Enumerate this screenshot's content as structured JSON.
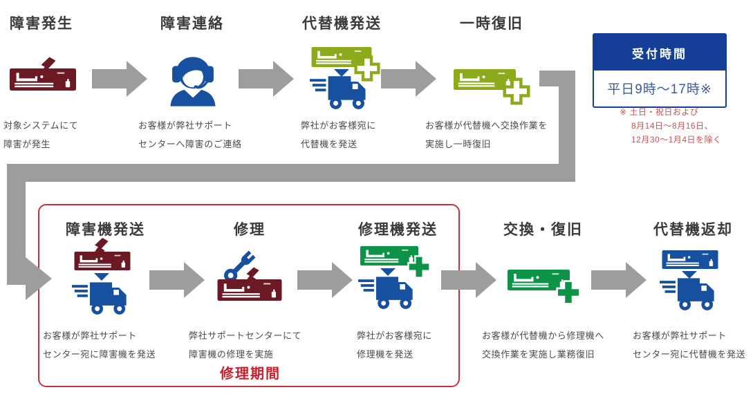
{
  "colors": {
    "maroon": "#6B1A24",
    "olive": "#8CAB1C",
    "green": "#0D9348",
    "blue": "#17509E",
    "arrow_gray": "#9D9D9D",
    "title_gray": "#3A3A3A",
    "caption_gray": "#4A4A4A",
    "reception_blue": "#153F96",
    "hours_blue": "#3A5AA0",
    "note_red": "#C95057",
    "repair_box_red": "#C5303E",
    "repair_label_red": "#C8202F"
  },
  "top_row": {
    "steps": [
      {
        "title": "障害発生",
        "caption": [
          "対象システムにて",
          "障害が発生"
        ],
        "icon": "failed-device-icon"
      },
      {
        "title": "障害連絡",
        "caption": [
          "お客様が弊社サポート",
          "センターへ障害のご連絡"
        ],
        "icon": "support-operator-icon"
      },
      {
        "title": "代替機発送",
        "caption": [
          "弊社がお客様宛に",
          "代替機を発送"
        ],
        "icon": "replacement-device-shipping-icon"
      },
      {
        "title": "一時復旧",
        "caption": [
          "お客様が代替機へ交換作業を",
          "実施し一時復旧"
        ],
        "icon": "replacement-device-icon"
      }
    ]
  },
  "reception": {
    "header": "受付時間",
    "hours": "平日9時〜17時※",
    "notes": [
      "※ 土日・祝日および",
      "8月14日〜8月16日、",
      "12月30〜1月4日を除く"
    ]
  },
  "bottom_row": {
    "steps": [
      {
        "title": "障害機発送",
        "caption": [
          "お客様が弊社サポート",
          "センター宛に障害機を発送"
        ],
        "icon": "failed-device-shipping-icon"
      },
      {
        "title": "修理",
        "caption": [
          "弊社サポートセンターにて",
          "障害機の修理を実施"
        ],
        "icon": "repair-wrench-icon"
      },
      {
        "title": "修理機発送",
        "caption": [
          "弊社がお客様宛に",
          "修理機を発送"
        ],
        "icon": "repaired-device-shipping-icon"
      },
      {
        "title": "交換・復旧",
        "caption": [
          "お客様が代替機から修理機へ",
          "交換作業を実施し業務復旧"
        ],
        "icon": "repaired-device-icon"
      },
      {
        "title": "代替機返却",
        "caption": [
          "お客様が弊社サポート",
          "センター宛に代替機を発送"
        ],
        "icon": "replacement-device-return-icon"
      }
    ],
    "repair_period_label": "修理期間"
  }
}
